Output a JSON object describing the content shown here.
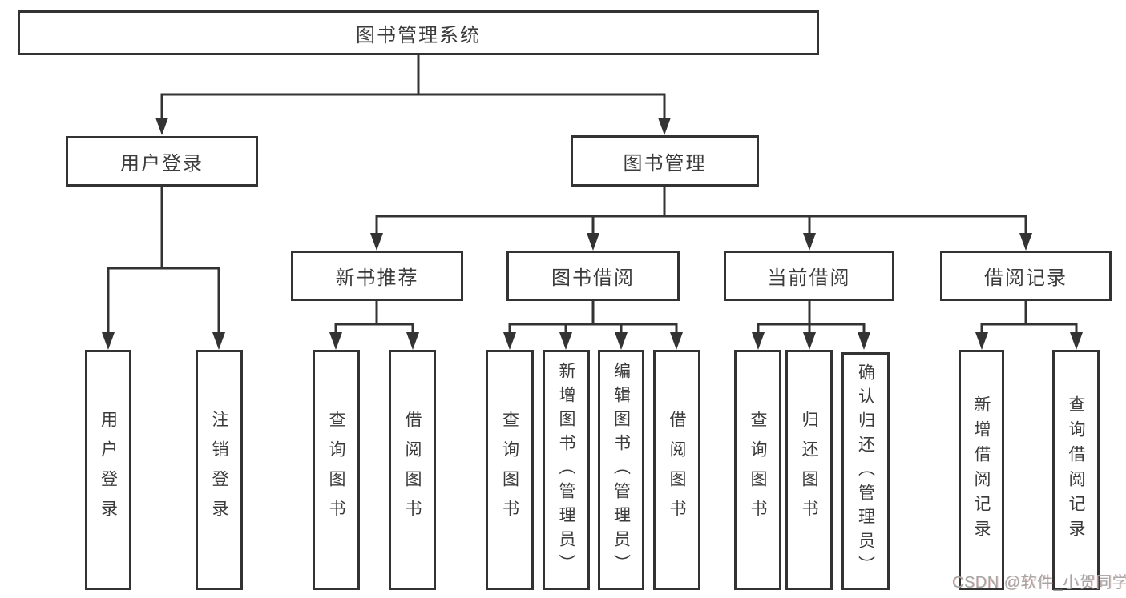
{
  "page": {
    "watermark": "CSDN @软件_小贺同学",
    "colors": {
      "background": "#ffffff",
      "line": "#333333",
      "node_text": "#3b3b3b",
      "watermark_text": "#a5a5a5"
    }
  },
  "tree": {
    "root": {
      "label": "图书管理系统"
    },
    "branches": [
      {
        "label": "用户登录",
        "children": [
          {
            "label": "用户登录"
          },
          {
            "label": "注销登录"
          }
        ]
      },
      {
        "label": "图书管理",
        "children": [
          {
            "label": "新书推荐",
            "children": [
              {
                "label": "查询图书"
              },
              {
                "label": "借阅图书"
              }
            ]
          },
          {
            "label": "图书借阅",
            "children": [
              {
                "label": "查询图书"
              },
              {
                "label": "新增图书（管理员）"
              },
              {
                "label": "编辑图书（管理员）"
              },
              {
                "label": "借阅图书"
              }
            ]
          },
          {
            "label": "当前借阅",
            "children": [
              {
                "label": "查询图书"
              },
              {
                "label": "归还图书"
              },
              {
                "label": "确认归还（管理员）"
              }
            ]
          },
          {
            "label": "借阅记录",
            "children": [
              {
                "label": "新增借阅记录"
              },
              {
                "label": "查询借阅记录"
              }
            ]
          }
        ]
      }
    ]
  }
}
